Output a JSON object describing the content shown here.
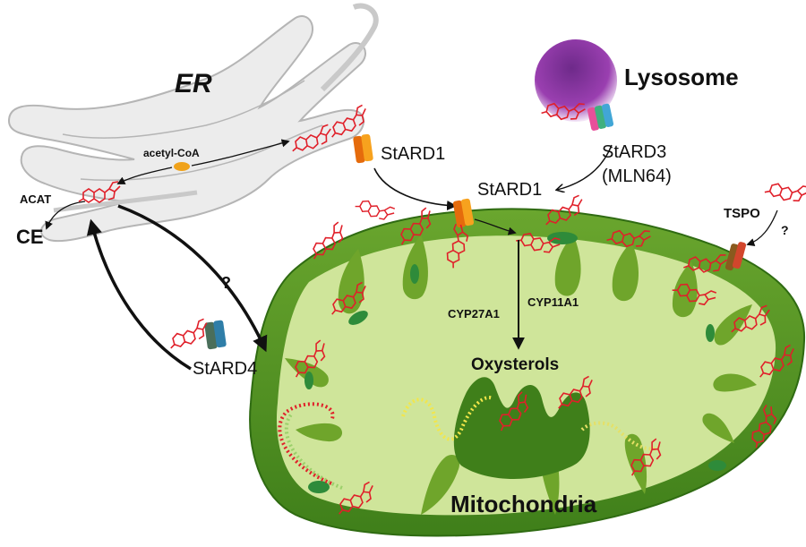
{
  "labels": {
    "er": "ER",
    "lysosome": "Lysosome",
    "acetyl_coa": "acetyl-CoA",
    "acat": "ACAT",
    "ce": "CE",
    "stard1_er": "StARD1",
    "stard1_mito": "StARD1",
    "stard3": "StARD3",
    "mln64": "(MLN64)",
    "tspo": "TSPO",
    "question_tspo": "?",
    "question_ce": "?",
    "stard4": "StARD4",
    "cyp27a1": "CYP27A1",
    "cyp11a1": "CYP11A1",
    "oxysterols": "Oxysterols",
    "mitochondria": "Mitochondria"
  },
  "colors": {
    "cholesterol": "#e0202a",
    "mito_outer": "#4f8f1e",
    "mito_matrix": "#cfe59a",
    "mito_cristae": "#6fa52b",
    "er_fill": "#ececec",
    "er_stroke": "#b5b5b5",
    "stard_orange": "#f28c1e",
    "stard4_teal": "#3b8d8a",
    "lysosome": "#7a2a8c",
    "tspo": "#c0392b"
  }
}
